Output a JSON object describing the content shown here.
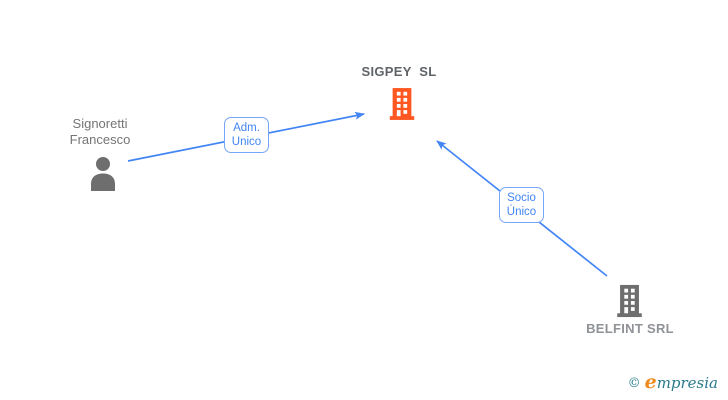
{
  "colors": {
    "accent_blue": "#4285f4",
    "company_orange": "#ff5722",
    "icon_gray": "#6e6e6e",
    "label_gray": "#757575",
    "brand_teal": "#2b7a8c",
    "brand_orange": "#ef8a1e"
  },
  "diagram": {
    "person": {
      "name": "Signoretti Francesco"
    },
    "main_company": {
      "name": "SIGPEY  SL"
    },
    "related_company": {
      "name": "BELFINT SRL"
    },
    "edges": [
      {
        "label": "Adm. Unico",
        "from": "Signoretti Francesco",
        "to": "SIGPEY SL"
      },
      {
        "label": "Socio Único",
        "from": "BELFINT SRL",
        "to": "SIGPEY SL"
      }
    ]
  },
  "footer": {
    "copyright_symbol": "©",
    "brand_initial": "e",
    "brand_rest": "mpresia"
  }
}
